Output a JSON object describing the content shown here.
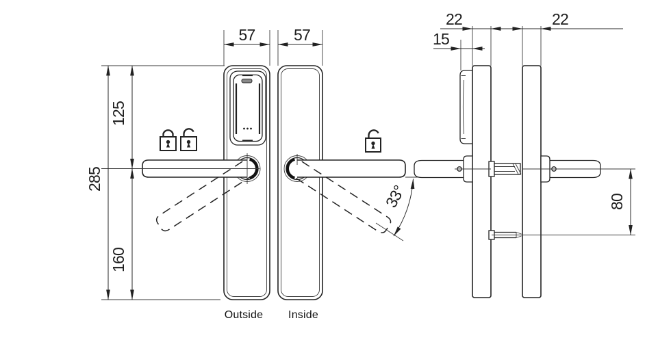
{
  "drawing": {
    "views": {
      "outside_label": "Outside",
      "inside_label": "Inside"
    },
    "dimensions": {
      "outside_plate_width": "57",
      "inside_plate_width": "57",
      "plate_height": "285",
      "plate_top_to_handle": "125",
      "handle_to_plate_bottom": "160",
      "handle_rotation_angle": "33°",
      "outside_plate_thickness": "22",
      "inside_plate_thickness": "22",
      "reader_protrusion": "15",
      "handle_to_fixing_screw": "80"
    },
    "icons": {
      "outside": [
        "lock-closed-icon",
        "lock-open-icon"
      ],
      "inside": [
        "lock-open-icon"
      ]
    },
    "colors": {
      "line": "#222222",
      "background": "#ffffff",
      "reader_slot_fill": "#8a8a8a"
    }
  }
}
